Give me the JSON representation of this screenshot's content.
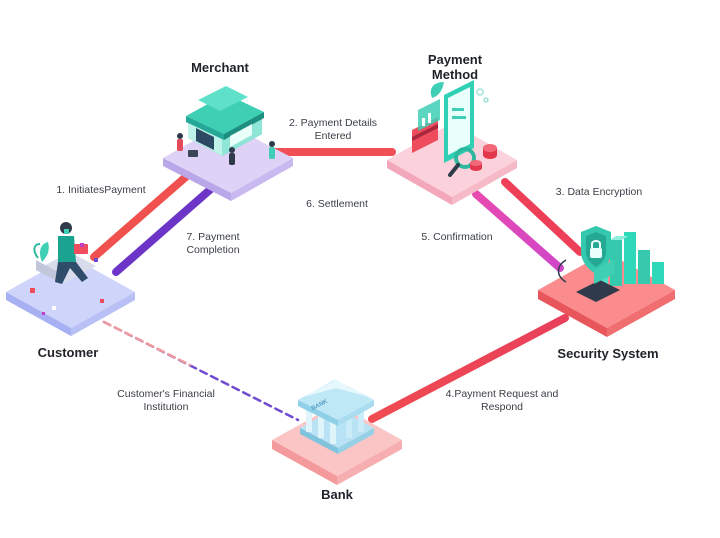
{
  "nodes": {
    "merchant": {
      "title": "Merchant"
    },
    "payment_method": {
      "title": "Payment\nMethod"
    },
    "customer": {
      "title": "Customer"
    },
    "security": {
      "title": "Security System"
    },
    "bank": {
      "title": "Bank",
      "sign": "BANK"
    }
  },
  "edges": {
    "e1": {
      "label": "1. InitiatesPayment"
    },
    "e2": {
      "label": "2. Payment Details\nEntered"
    },
    "e3": {
      "label": "3. Data Encryption"
    },
    "e4": {
      "label": "4.Payment Request and\nRespond"
    },
    "e5": {
      "label": "5. Confirmation"
    },
    "e6": {
      "label": "6. Settlement"
    },
    "e7": {
      "label": "7. Payment\nCompletion"
    },
    "e8": {
      "label": "Customer's Financial\nInstitution"
    }
  },
  "colors": {
    "red": "#f0504e",
    "purple": "#7a35c8",
    "magenta": "#c23cc4",
    "pink": "#e2489c",
    "dashed": "#6f4bd0",
    "teal": "#3ecfb5",
    "customer_tile": "#cfd4fb",
    "merchant_tile": "#ded3f7",
    "payment_tile": "#fbd2dc",
    "security_tile": "#fa8c8e",
    "bank_tile": "#fcc5c5"
  }
}
